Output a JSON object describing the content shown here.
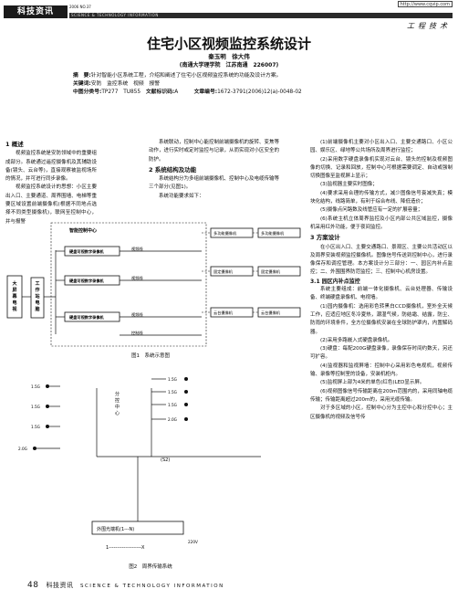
{
  "header": {
    "logo": "科技资讯",
    "issue": "2006 NO.37",
    "series": "SCIENCE & TECHNOLOGY INFORMATION",
    "url": "http://www.cqvip.com",
    "column": "工程技术"
  },
  "article": {
    "title": "住宅小区视频监控系统设计",
    "authors": "秦玉明　徐大伟",
    "affiliation": "(南通大学理学院　江苏南通　226007)"
  },
  "abstract": {
    "label": "摘　要:",
    "text": "针对智能小区系统工程，介绍和阐述了住宅小区视频监控系统的功能及设计方案。",
    "keywords_label": "关键词:",
    "keywords": "安防　监控系统　视频　报警",
    "clc_label": "中图分类号:",
    "clc": "TP277　TU855",
    "doc_label": "文献标识码:",
    "doc": "A",
    "id_label": "文章编号:",
    "id": "1672-3791(2006)12(a)-0048-02"
  },
  "col1": {
    "heading": "1 概述",
    "p1": "视频监控系统是安防领域中的重要组成部分。系统通过遥控摄像机及其辅助设备(镜头、云台等)，直接观察被监视场所的情况，并可进行同步录像。",
    "p2": "视频监控系统设计的思想：小区主要出入口、主要通道、周界围墙、电梯等重要区域设置前端摄像机(根据不同地点选择不同类型摄像机)，联网至控制中心，并与报警"
  },
  "col2": {
    "p1": "系统联动，控制中心能控制前端摄像机的旋转、变焦等动作，进行实时或定时监控与记录，从而实现对小区安全的防护。",
    "heading": "2 系统结构及功能",
    "p2": "系统结构分为多组前端摄像机、控制中心及电缆传输等三个部分(见图1)。",
    "p3": "系统功能要求如下："
  },
  "col3": {
    "items": [
      "(1)前端摄像机主要对小区出入口、主要交通路口、小区公园、娱乐区、绿地等公共场所及周界进行监控；",
      "(2)采用数字硬盘录像机实现对云台、镜头的控制及视频图像的切换、记录和回放，控制中心可根据需要调定、自动或强制切换图像至监视屏上显示；",
      "(3)监视器主要实时图像；",
      "(4)要求采用合理的传输方式，减少图像信号衰减失真；模块化结构，线路简单，有利于综合布线、降低造价；",
      "(5)摄像点问路数及线管应有一定的扩展容量；",
      "(6)系统主机立体周界监控及小区内部公共区域监控，摄像机采用红外功能，便于夜间监控。"
    ],
    "heading": "3 方案设计",
    "p1": "在小区出入口、主要交通路口、景观区、主要公共活动区以及周界安装视频监控摄像机。图像信号传送到控制中心，进行录像保存和调控管理。本方案设计分三部分：一、园区内补点监控；二、外围围界防范监控；三、控制中心机房设置。",
    "sub": "3.1 园区内补点监控",
    "p2": "系统主要组成：前端一体化摄像机、云台处理器、传输设备、终端硬盘录像机、电视墙。",
    "items2": [
      "(1)园内摄像机：选用彩色转黑白CCD摄像机，室外全天候工作，应适应地区冬冷夏热，潮湿气候，防结霜、结露，防尘、防雨的环境条件，全方位摄像机安装在全球防护罩内，内置解码器。",
      "(2)采用多路嵌入式硬盘录像机。",
      "(3)硬盘：每配200G硬盘录像，录像保存时间约数天，另还可扩容。",
      "(4)监视器和监视屏墙：控制中心采用彩色电视机，视频传输、录像等控制室的设备，安装机柜内。",
      "(5)监视屏上部为4米的单色(红色)LED显示屏。",
      "(6)视频图像信号传输距离在200m范围内的，采用同轴电缆传输；传输距离超过200m的，采用光缆传输。",
      "对于多区域的小区，控制中心分为主控中心和分控中心；主区摄像机的视频及信号传"
    ]
  },
  "fig1": {
    "center_label": "智能控制中心",
    "left_label": "大屏幕电视",
    "ws_label": "工作站电脑",
    "recorders": [
      "硬盘可视数字录像机",
      "硬盘可视数字录像机",
      "硬盘可视数字录像机"
    ],
    "links": [
      "视频线",
      "视频线",
      "视频线",
      "控制线"
    ],
    "cams_top": [
      "多功能摄像机",
      "多功能摄像机"
    ],
    "cams_mid": [
      "固定摄像机",
      "固定摄像机"
    ],
    "cams_bot": [
      "云台摄像机",
      "云台摄像机"
    ],
    "caption": "图1　系统示意图"
  },
  "fig2": {
    "labels_left": [
      "1.5G",
      "1.5G",
      "1.5G",
      "2.0G"
    ],
    "labels_right": [
      "1.5G",
      "1.5G",
      "1.5G",
      "2.0G"
    ],
    "center_text": "分控中心",
    "s2": "(S2)",
    "bottom_box": "外围光端机(1---N)",
    "bottom_line": "1--------------------X",
    "voltage": "220V",
    "caption": "图2　周界传输系统"
  },
  "footer": {
    "page": "48",
    "journal": "科技资讯",
    "journal_en": "SCIENCE & TECHNOLOGY INFORMATION"
  }
}
